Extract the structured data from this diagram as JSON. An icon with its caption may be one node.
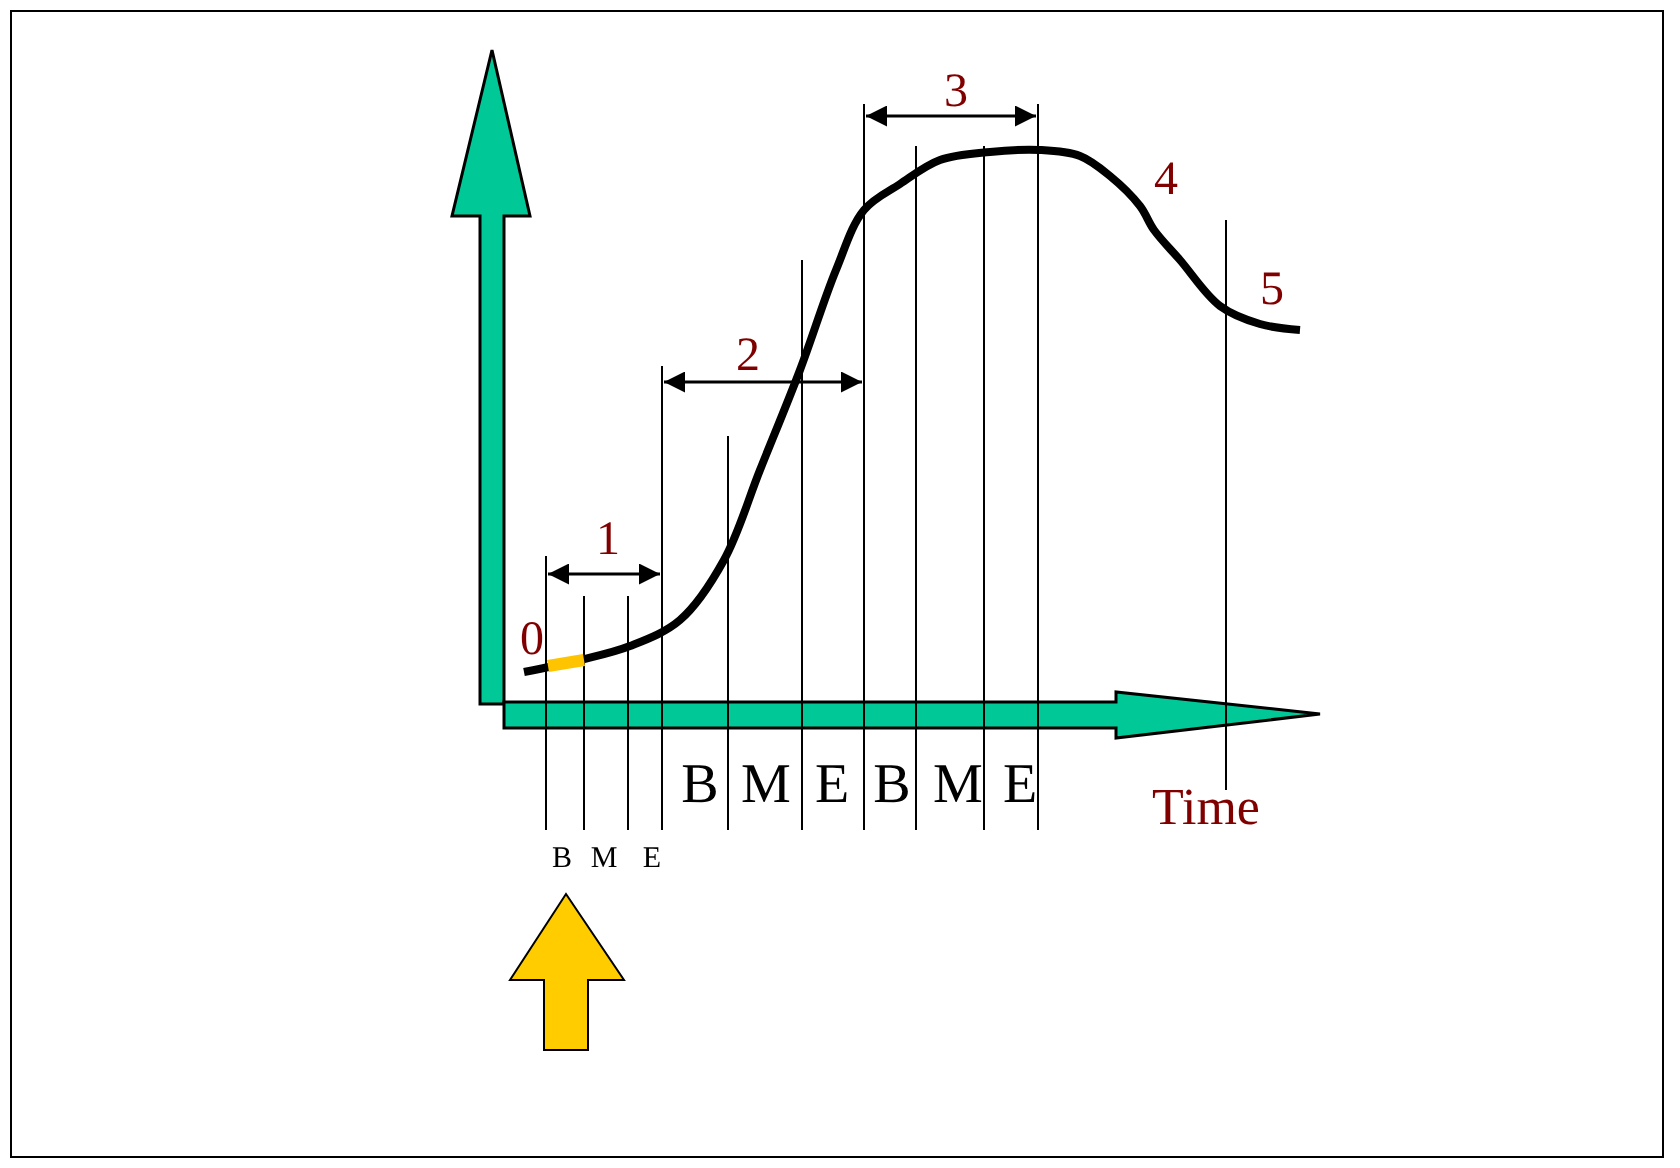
{
  "diagram": {
    "labels": [
      "3",
      "4",
      "5",
      "2",
      "1",
      "0",
      "B",
      "M",
      "E",
      "B",
      "M",
      "E",
      "Time",
      "B",
      "M",
      "E"
    ]
  }
}
